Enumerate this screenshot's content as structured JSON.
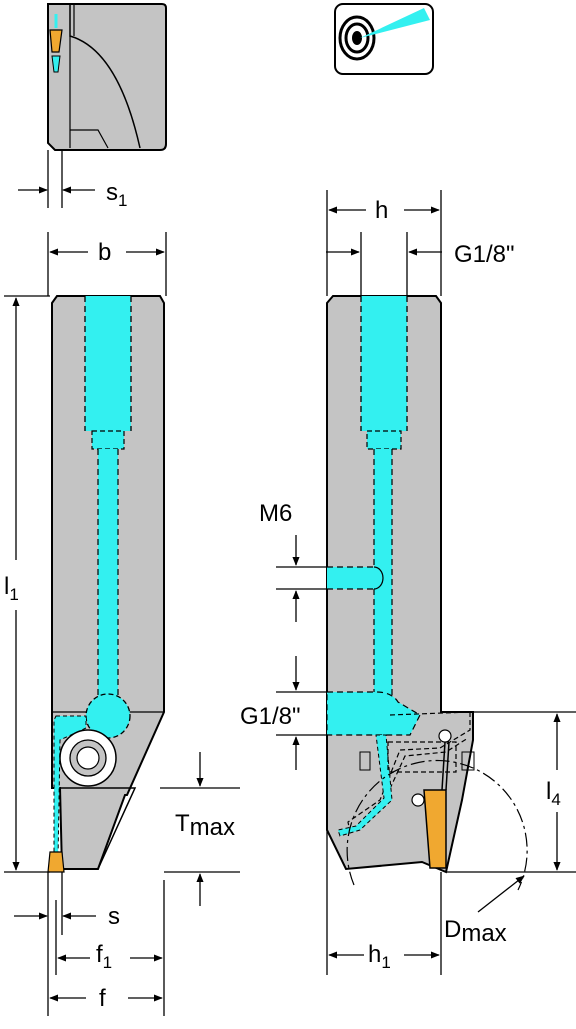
{
  "labels": {
    "s1_main": "s",
    "s1_sub": "1",
    "b": "b",
    "h": "h",
    "g_top": "G1/8\"",
    "l1_main": "l",
    "l1_sub": "1",
    "m6": "M6",
    "g_side": "G1/8\"",
    "l4_main": "l",
    "l4_sub": "4",
    "tmax_main": "T",
    "tmax_sub": "max",
    "s": "s",
    "f1_main": "f",
    "f1_sub": "1",
    "f": "f",
    "h1_main": "h",
    "h1_sub": "1",
    "dmax_main": "D",
    "dmax_sub": "max"
  },
  "colors": {
    "body": "#c4c4c4",
    "coolant": "#33f0f0",
    "insert": "#f0a830",
    "outline": "#000000"
  },
  "icons": {
    "coolant_symbol": "internal-coolant-icon"
  }
}
